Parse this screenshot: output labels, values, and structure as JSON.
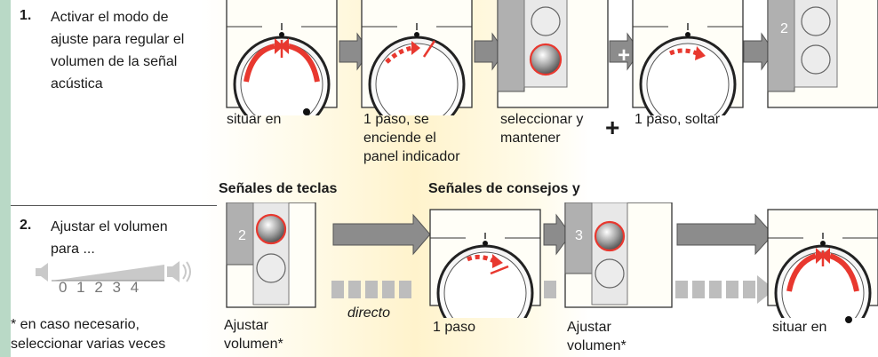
{
  "step1": {
    "number": "1.",
    "lines": [
      "Activar el modo de",
      "ajuste para regular el",
      "volumen de la señal",
      "acústica"
    ]
  },
  "step2": {
    "number": "2.",
    "lines": [
      "Ajustar el volumen",
      "para ..."
    ],
    "scale_label": "0 1 2 3 4",
    "note_lines": [
      "* en caso necesario,",
      "seleccionar varias veces"
    ]
  },
  "row1_captions": {
    "c1": "situar en",
    "c2": [
      "1 paso, se",
      "enciende el",
      "panel indicador"
    ],
    "c3": [
      "seleccionar y",
      "mantener"
    ],
    "c4": "1 paso, soltar"
  },
  "row2_headings": {
    "h1": "Señales de teclas",
    "h2": "Señales de consejos y"
  },
  "row2_captions": {
    "c1": [
      "Ajustar",
      "volumen*"
    ],
    "directo": "directo",
    "c2": "1 paso",
    "c3": [
      "Ajustar",
      "volumen*"
    ],
    "c4": "situar en"
  },
  "button_digits": {
    "row1_last": "2",
    "row2_first": "2",
    "row2_second": "3"
  },
  "colors": {
    "sidebar": "#b9d9c6",
    "red": "#e8382f",
    "arrow_gray": "#8c8c8c",
    "dashed_gray": "#bdbdbd"
  }
}
